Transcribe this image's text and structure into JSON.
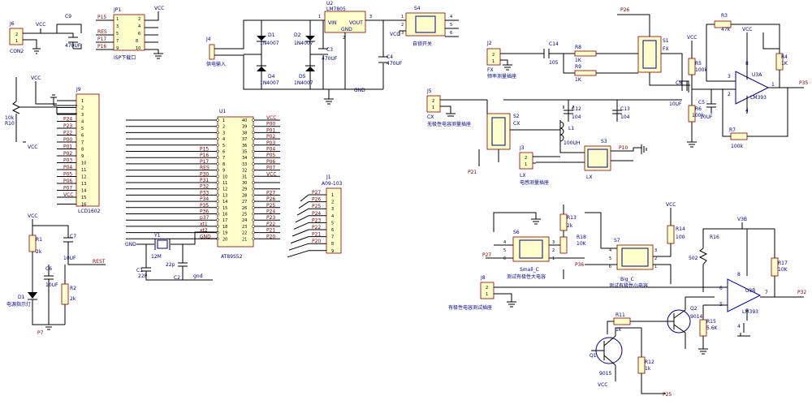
{
  "vcc": "VCC",
  "v3": "V3B",
  "gnd": "GND",
  "j6": {
    "ref": "J6",
    "name": "CON2",
    "p1": "1",
    "p2": "2"
  },
  "c9": {
    "ref": "C9",
    "val": "470UF"
  },
  "jp1": {
    "ref": "JP1",
    "name": "ISP下载口",
    "pins_l": [
      "1",
      "3",
      "5",
      "7",
      "9"
    ],
    "pins_r": [
      "2",
      "4",
      "6",
      "8",
      "10"
    ],
    "nets": [
      "P15",
      "",
      "RES",
      "P17",
      "P16"
    ]
  },
  "j4": {
    "ref": "J4",
    "name": "供电输入"
  },
  "d1": {
    "ref": "D1",
    "val": "1N4007"
  },
  "d2": {
    "ref": "D2",
    "val": "1N4007"
  },
  "d4": {
    "ref": "D4",
    "val": "1N4007"
  },
  "d5": {
    "ref": "D5",
    "val": "1N4007"
  },
  "u2": {
    "ref": "U2",
    "val": "LM7805",
    "vin": "VIN",
    "vout": "VOUT",
    "gnd": "GND",
    "p1": "1",
    "p2": "2",
    "p3": "3"
  },
  "c3": {
    "ref": "C3",
    "val": "470UF"
  },
  "c4": {
    "ref": "C4",
    "val": "470UF"
  },
  "s4": {
    "ref": "S4",
    "name": "自锁开关",
    "pins_l": [
      "1",
      "2",
      "3"
    ],
    "pins_r": [
      "4",
      "5",
      "6"
    ]
  },
  "j9": {
    "ref": "J9",
    "name": "LCD1602",
    "pins": [
      "1",
      "2",
      "3",
      "4",
      "5",
      "6",
      "7",
      "8",
      "9",
      "10",
      "11",
      "12",
      "13",
      "14",
      "15",
      "16"
    ],
    "nets": [
      "",
      "",
      "",
      "P24",
      "P23",
      "P22",
      "P00",
      "P01",
      "P02",
      "P03",
      "P04",
      "P05",
      "P06",
      "P07",
      "VCC",
      ""
    ]
  },
  "r10": {
    "ref": "R10",
    "val": "10k"
  },
  "u1": {
    "ref": "U1",
    "val": "AT89S52",
    "pins_l": [
      "1",
      "2",
      "3",
      "4",
      "5",
      "6",
      "7",
      "8",
      "9",
      "10",
      "11",
      "12",
      "13",
      "14",
      "15",
      "16",
      "17",
      "18",
      "19",
      "20"
    ],
    "pins_r": [
      "40",
      "39",
      "38",
      "37",
      "36",
      "35",
      "34",
      "33",
      "32",
      "31",
      "30",
      "29",
      "28",
      "27",
      "26",
      "25",
      "24",
      "23",
      "22",
      "21"
    ],
    "nets_l": [
      "",
      "",
      "",
      "",
      "",
      "P15",
      "P16",
      "P17",
      "RES",
      "P30",
      "P31",
      "P32",
      "P33",
      "P34",
      "P35",
      "P36",
      "p37",
      "xt1",
      "xt2",
      "GND"
    ],
    "nets_r": [
      "VCC",
      "P00",
      "P01",
      "P02",
      "P03",
      "P04",
      "P05",
      "P06",
      "P07",
      "VCC",
      "",
      "",
      "P27",
      "P26",
      "P25",
      "P24",
      "P23",
      "P22",
      "P21",
      "P20"
    ]
  },
  "j1": {
    "ref": "J1",
    "val": "A09-103",
    "pins": [
      "1",
      "2",
      "3",
      "4",
      "5",
      "6",
      "7",
      "8",
      "9"
    ],
    "nets": [
      "P27",
      "P26",
      "P25",
      "P24",
      "P23",
      "P22",
      "P21",
      "P20",
      ""
    ]
  },
  "y1": {
    "ref": "Y1",
    "val": "12M"
  },
  "c1": {
    "ref": "C1",
    "val": "22P"
  },
  "c2": {
    "ref": "C2",
    "val": "22p"
  },
  "gnd_label": "gnd",
  "r1": {
    "ref": "R1",
    "val": "2k"
  },
  "c7": {
    "ref": "C7",
    "val": "10UF"
  },
  "c6": {
    "ref": "C6",
    "val": "10UF"
  },
  "r2": {
    "ref": "R2",
    "val": "2k"
  },
  "rest": "REST",
  "led1": {
    "ref": "D1",
    "name": "电源指示灯"
  },
  "p7": "P7",
  "p26": "P26",
  "j2": {
    "ref": "J2",
    "name": "FX",
    "desc": "频率测量插座",
    "p1": "1",
    "p2": "2"
  },
  "c14": {
    "ref": "C14",
    "val": "105"
  },
  "r8": {
    "ref": "R8",
    "val": "1K"
  },
  "r9": {
    "ref": "R9",
    "val": "1K"
  },
  "s1": {
    "ref": "S1",
    "name": "FX"
  },
  "c8": {
    "ref": "C8",
    "val": "10UF"
  },
  "r5": {
    "ref": "R5",
    "val": "100k"
  },
  "r6": {
    "ref": "R6",
    "val": "100k"
  },
  "c5": {
    "ref": "C5",
    "val": "10UF"
  },
  "r3": {
    "ref": "R3",
    "val": "47k"
  },
  "r4": {
    "ref": "R4",
    "val": "1K"
  },
  "u3a": {
    "ref": "U3A",
    "val": "LM393",
    "p1": "1",
    "p2": "2",
    "p3": "3",
    "p4": "4",
    "p8": "8"
  },
  "r7": {
    "ref": "R7",
    "val": "100k"
  },
  "p35": "P35",
  "j5": {
    "ref": "J5",
    "name": "CX",
    "desc": "无极性电容测量插座",
    "p1": "1",
    "p2": "2"
  },
  "s2": {
    "ref": "S2",
    "name": "CX"
  },
  "c12": {
    "ref": "C12",
    "val": "104"
  },
  "c13": {
    "ref": "C13",
    "val": "104"
  },
  "l1": {
    "ref": "L1",
    "val": "100UH"
  },
  "s3": {
    "ref": "S3",
    "name": "LX"
  },
  "j3": {
    "ref": "J3",
    "name": "LX",
    "desc": "电感测量插座",
    "p1": "1",
    "p2": "2"
  },
  "p21": "P21",
  "p10": "P10",
  "s6": {
    "ref": "S6",
    "name": "Small_C",
    "desc": "测试有极性大电容"
  },
  "r13": {
    "ref": "R13",
    "val": "2k"
  },
  "r18": {
    "ref": "R18",
    "val": "10K"
  },
  "s7": {
    "ref": "S7",
    "name": "Big_C",
    "desc": "测试有极性小电容"
  },
  "r14": {
    "ref": "R14",
    "val": "100"
  },
  "p27": "P27",
  "p36": "P36",
  "j8": {
    "ref": "J8",
    "desc": "有极性电容测试插座",
    "p1": "1",
    "p2": "2"
  },
  "r16": {
    "ref": "R16",
    "val": "502"
  },
  "r17": {
    "ref": "R17",
    "val": "10K"
  },
  "u3b": {
    "ref": "U3B",
    "val": "LM393",
    "p5": "5",
    "p6": "6",
    "p7": "7",
    "p4": "4",
    "p8": "8"
  },
  "p32": "P32",
  "r11": {
    "ref": "R11",
    "val": "1k"
  },
  "q2": {
    "ref": "Q2",
    "val": "9014"
  },
  "r15": {
    "ref": "R15",
    "val": "5.6K"
  },
  "q1": {
    "ref": "Q1",
    "val": "9015"
  },
  "r12": {
    "ref": "R12",
    "val": "1k"
  },
  "p25": "P25"
}
